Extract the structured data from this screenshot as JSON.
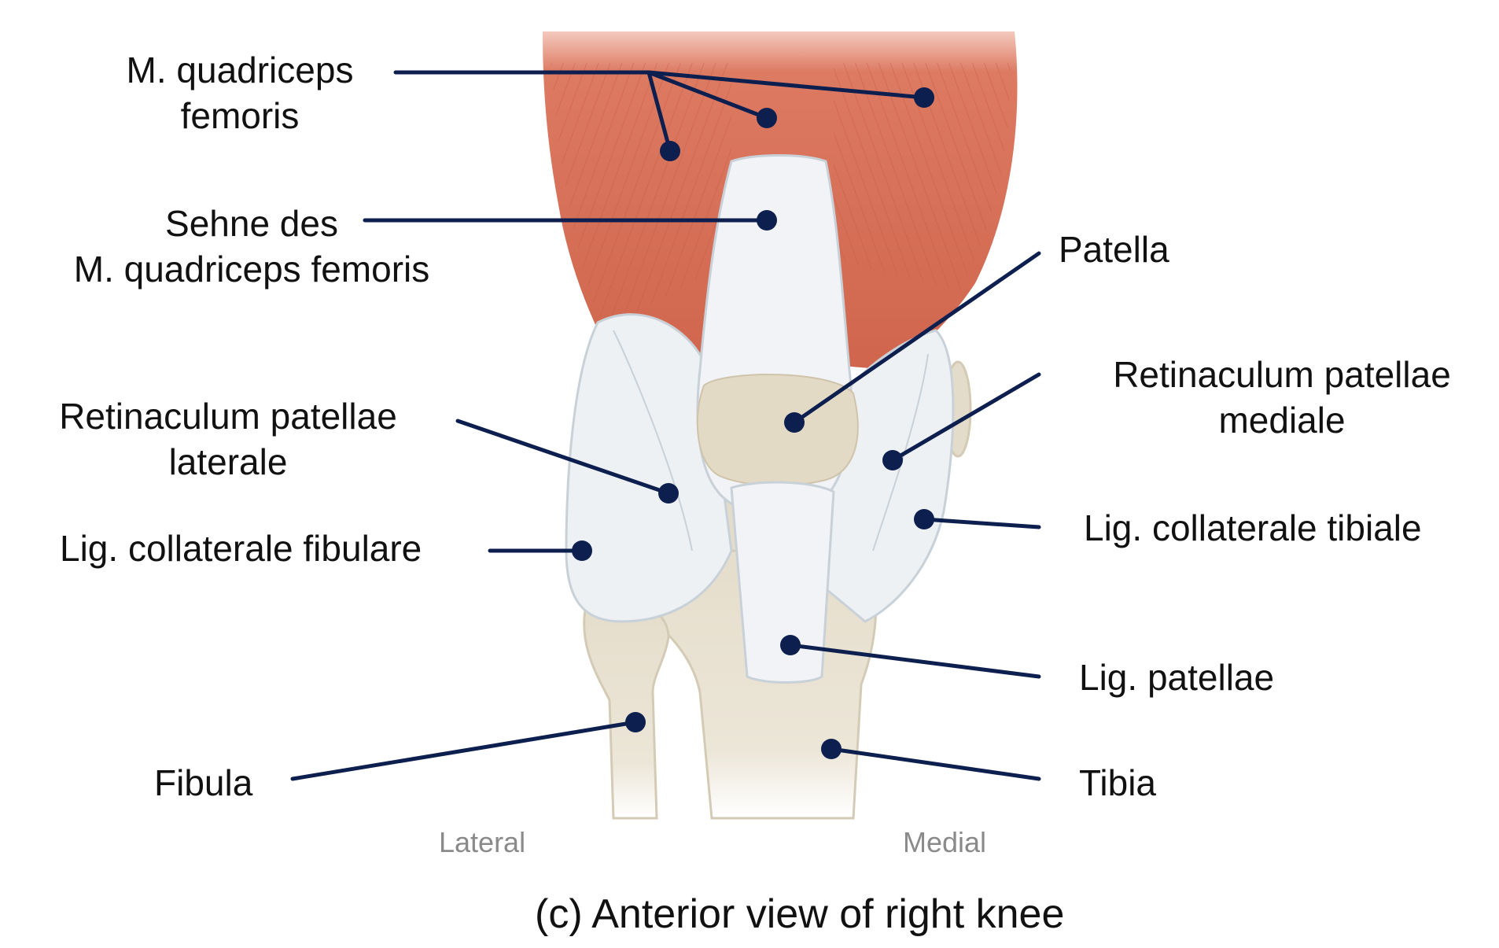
{
  "labels": {
    "quadriceps": {
      "line1": "M. quadriceps",
      "line2": "femoris"
    },
    "quadriceps_tendon": {
      "line1": "Sehne des",
      "line2": "M. quadriceps femoris"
    },
    "patella": "Patella",
    "retinaculum_lateral": {
      "line1": "Retinaculum patellae",
      "line2": "laterale"
    },
    "retinaculum_medial": {
      "line1": "Retinaculum patellae",
      "line2": "mediale"
    },
    "lig_collateral_fibular": "Lig. collaterale fibulare",
    "lig_collateral_tibial": "Lig. collaterale tibiale",
    "lig_patellae": "Lig. patellae",
    "fibula": "Fibula",
    "tibia": "Tibia"
  },
  "orientation": {
    "left": "Lateral",
    "right": "Medial"
  },
  "caption": "(c) Anterior view of right knee",
  "colors": {
    "leader": "#0d1f4f",
    "muscle": "#d9705a",
    "ligament": "#eef1f4",
    "bone": "#e6dfce"
  }
}
